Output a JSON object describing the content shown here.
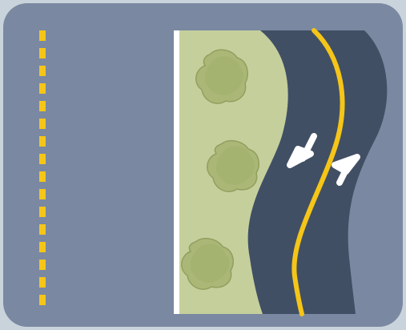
{
  "illustration": {
    "theme": "winding-road-with-sidewalk-and-shrubs",
    "colors": {
      "page_background": "#c9d3dc",
      "panel": "#7a88a1",
      "road_asphalt": "#414f64",
      "center_line": "#f5c518",
      "curb_line": "#ffffff",
      "verge_grass": "#c5cf9c",
      "shrub": "#a9b674",
      "shrub_outline": "#8f9e5c",
      "dashed_lane_marking": "#f5c518",
      "arrow": "#ffffff"
    },
    "icons": [
      "dashed-lane-marking",
      "curb-line",
      "grass-verge",
      "shrub-icon",
      "shrub-icon",
      "shrub-icon",
      "winding-road",
      "center-line",
      "down-left-arrow-icon",
      "up-right-arrow-icon"
    ]
  }
}
